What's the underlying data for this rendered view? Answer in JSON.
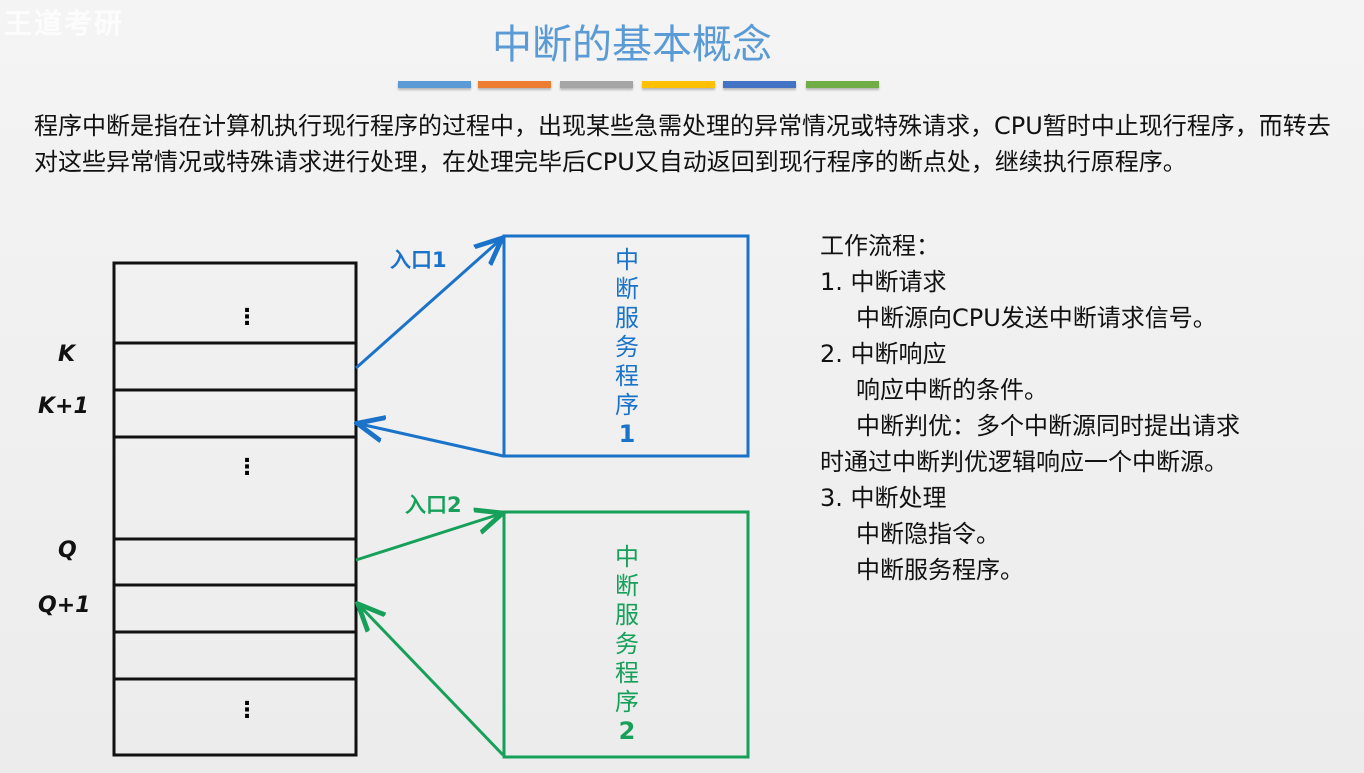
{
  "watermark": "王道考研",
  "title": "中断的基本概念",
  "accent_colors": [
    "#5b9bd5",
    "#ed7d31",
    "#a5a5a5",
    "#ffc000",
    "#4472c4",
    "#70ad47"
  ],
  "paragraph": "程序中断是指在计算机执行现行程序的过程中，出现某些急需处理的异常情况或特殊请求，CPU暂时中止现行程序，而转去对这些异常情况或特殊请求进行处理，在处理完毕后CPU又自动返回到现行程序的断点处，继续执行原程序。",
  "diagram": {
    "ellipsis": "⋮",
    "labels": {
      "k": "K",
      "k1": "K+1",
      "q": "Q",
      "q1": "Q+1"
    },
    "entry1": "入口1",
    "entry2": "入口2",
    "isr1": [
      "中",
      "断",
      "服",
      "务",
      "程",
      "序",
      "1"
    ],
    "isr2": [
      "中",
      "断",
      "服",
      "务",
      "程",
      "序",
      "2"
    ],
    "colors": {
      "isr1": "#1a73c9",
      "isr2": "#16a05a"
    }
  },
  "flow": {
    "heading": "工作流程：",
    "s1": "1. 中断请求",
    "s1a": "中断源向CPU发送中断请求信号。",
    "s2": "2. 中断响应",
    "s2a": "响应中断的条件。",
    "s2b": "中断判优：多个中断源同时提出请求",
    "s2c": "时通过中断判优逻辑响应一个中断源。",
    "s3": "3. 中断处理",
    "s3a": "中断隐指令。",
    "s3b": "中断服务程序。"
  }
}
